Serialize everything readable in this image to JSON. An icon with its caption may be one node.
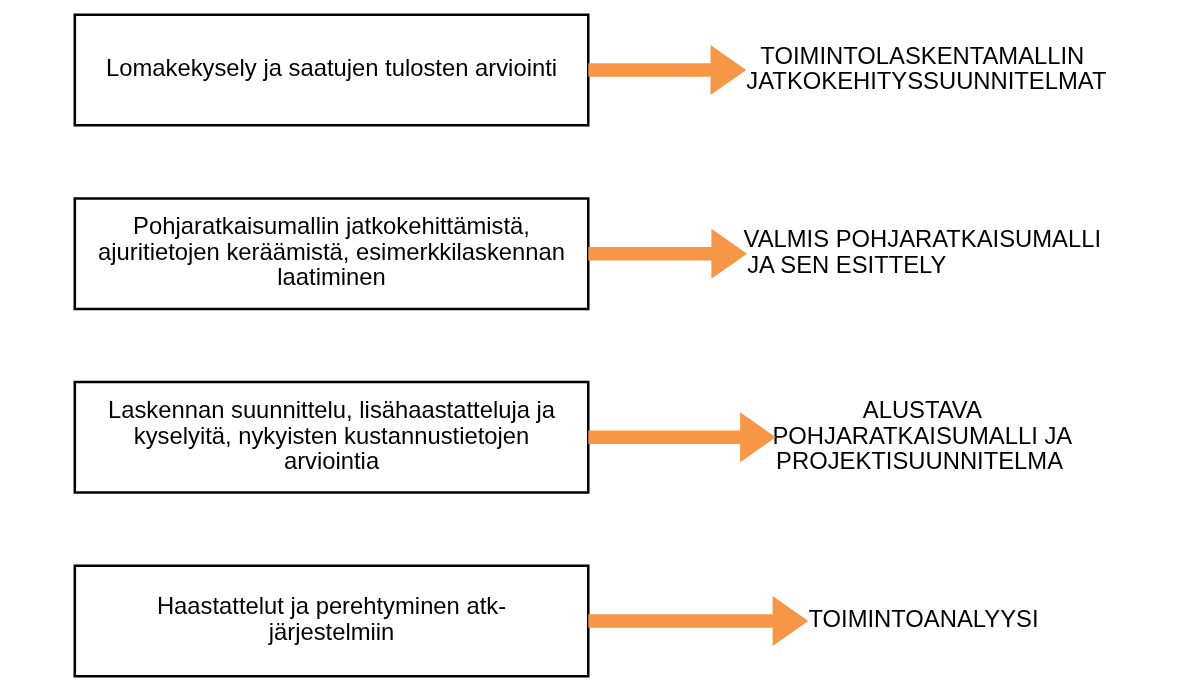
{
  "diagram": {
    "nodes": [
      {
        "text": [
          "Haastattelut ja perehtyminen atk-järjestelmiin"
        ]
      },
      {
        "text": [
          "Laskennan suunnittelu, lisähaastatteluja ja kyselyitä, nykyisten kustannustietojen arviointia"
        ]
      },
      {
        "text": [
          "Pohjaratkaisumallin jatkokehittämistä, ajuritietojen keräämistä, esimerkkilaskennan laatiminen"
        ]
      },
      {
        "text": [
          "Lomakekysely ja saatujen tulosten arviointi"
        ]
      },
      {
        "text": [
          "TOIMINTOANALYYSI"
        ]
      },
      {
        "text": [
          "ALUSTAVA POHJARATKAISUMALLI JA PROJEKTISUUNNITELMA"
        ]
      },
      {
        "text": [
          "VALMIS POHJARATKAISUMALLI JA SEN ESITTELY"
        ]
      },
      {
        "text": [
          "TOIMINTOLASKENTAMALLIN JATKOKEHITYSSUUNNITELMAT"
        ]
      }
    ],
    "edges": [
      {
        "from": 0,
        "to": 4,
        "arrow": "to"
      },
      {
        "from": 1,
        "to": 5,
        "arrow": "to"
      },
      {
        "from": 2,
        "to": 6,
        "arrow": "to"
      },
      {
        "from": 3,
        "to": 7,
        "arrow": "to"
      }
    ]
  }
}
